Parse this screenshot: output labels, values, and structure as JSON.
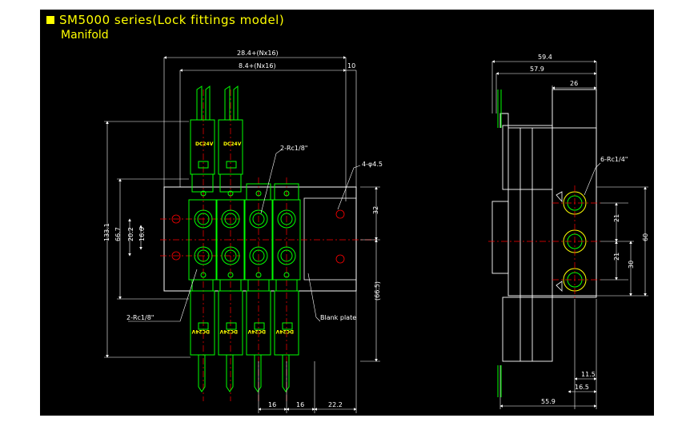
{
  "title": {
    "series": "SM5000 series(Lock fittings model)",
    "sub": "Manifold"
  },
  "colors": {
    "background": "#000000",
    "valve": "#00ff00",
    "dimension": "#ffffff",
    "centerline": "#ff0000",
    "title": "#ffff00"
  },
  "front_view": {
    "dims_top": {
      "overall": "28.4+(Nx16)",
      "inner": "8.4+(Nx16)",
      "edge": "10"
    },
    "dims_left": {
      "height_total": "133.1",
      "height_mid": "66.7",
      "pitch_outer": "20.2",
      "pitch_inner": "16.6"
    },
    "dims_right": {
      "upper": "32",
      "lower": "(66.5)"
    },
    "dims_bottom": {
      "p1": "16",
      "p2": "16",
      "end": "22.2"
    },
    "callouts": {
      "port_top": "2-Rc1/8\"",
      "mount_holes": "4-φ4.5",
      "port_bottom": "2-Rc1/8\"",
      "blank_plate": "Blank plate"
    },
    "coil_label": "DC24V"
  },
  "side_view": {
    "dims_top": {
      "width_total": "59.4",
      "width_mid": "57.9",
      "width_port": "26"
    },
    "dims_right": {
      "pitch_a": "21",
      "pitch_b": "21",
      "height_60": "60",
      "height_30": "30"
    },
    "dims_bottom": {
      "d1": "11.5",
      "d2": "16.5",
      "d3": "55.9"
    },
    "callouts": {
      "ports": "6-Rc1/4\""
    }
  }
}
